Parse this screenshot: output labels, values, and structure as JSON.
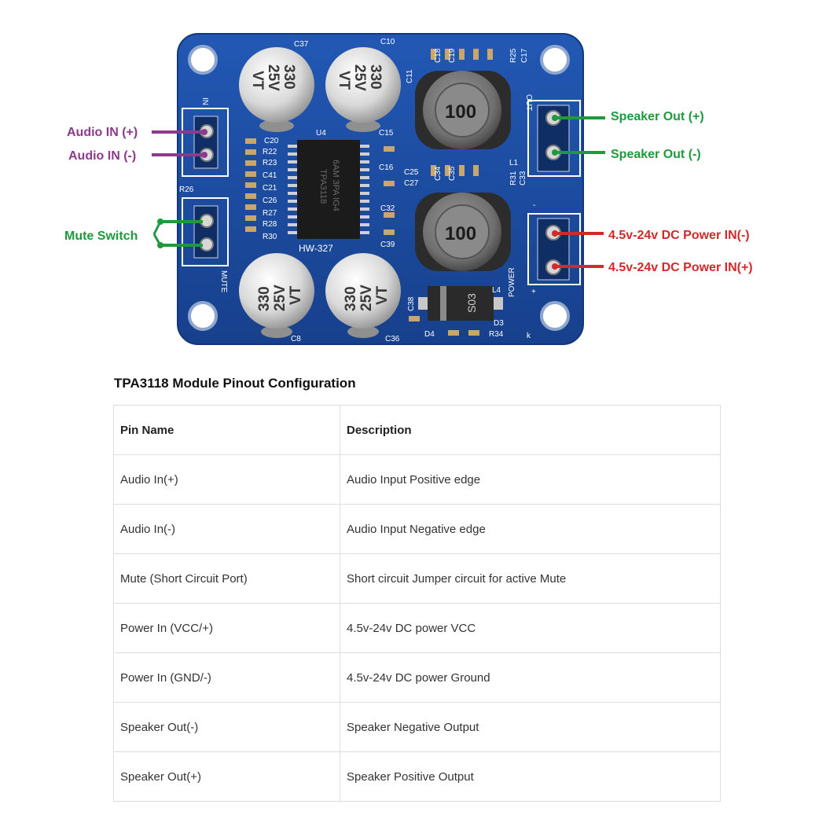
{
  "figure": {
    "callouts_left": {
      "audio_in_pos": "Audio IN (+)",
      "audio_in_neg": "Audio IN (-)",
      "mute_switch": "Mute Switch"
    },
    "callouts_right": {
      "speaker_out_pos": "Speaker Out (+)",
      "speaker_out_neg": "Speaker Out (-)",
      "power_in_neg": "4.5v-24v DC Power IN(-)",
      "power_in_pos": "4.5v-24v DC Power IN(+)"
    },
    "colors": {
      "pcb": "#1f4fa6",
      "audio_arrow": "#8c3a8c",
      "speaker_arrow": "#1e9a3c",
      "power_arrow": "#d22a2a"
    },
    "board": {
      "ic_marking_1": "6AM 3PA IG4",
      "ic_marking_2": "TPA3118",
      "board_name": "HW-327",
      "capacitor_marking": [
        "330",
        "25V",
        "VT"
      ],
      "inductor_marking": "100",
      "diode_marking": "S03",
      "silk_labels": [
        "C37",
        "C10",
        "C18",
        "C19",
        "R25",
        "C17",
        "C11",
        "C20",
        "R22",
        "R23",
        "C41",
        "C21",
        "C26",
        "R27",
        "R28",
        "R30",
        "U4",
        "C15",
        "C16",
        "C25",
        "C27",
        "C34",
        "C35",
        "R31",
        "L1",
        "C33",
        "C32",
        "C39",
        "R26",
        "C38",
        "D3",
        "D4",
        "R34",
        "C8",
        "C36",
        "L4",
        "OUT",
        "POWER",
        "MUTE",
        "IN",
        "k",
        "+",
        "-"
      ]
    }
  },
  "pinout": {
    "title": "TPA3118 Module Pinout Configuration",
    "headers": [
      "Pin Name",
      "Description"
    ],
    "rows": [
      [
        "Audio In(+)",
        "Audio Input Positive edge"
      ],
      [
        "Audio In(-)",
        "Audio Input Negative edge"
      ],
      [
        "Mute (Short Circuit Port)",
        "Short circuit Jumper circuit for active Mute"
      ],
      [
        "Power In (VCC/+)",
        "4.5v-24v DC power VCC"
      ],
      [
        "Power In (GND/-)",
        "4.5v-24v DC power Ground"
      ],
      [
        "Speaker Out(-)",
        "Speaker Negative Output"
      ],
      [
        "Speaker Out(+)",
        "Speaker Positive Output"
      ]
    ]
  }
}
